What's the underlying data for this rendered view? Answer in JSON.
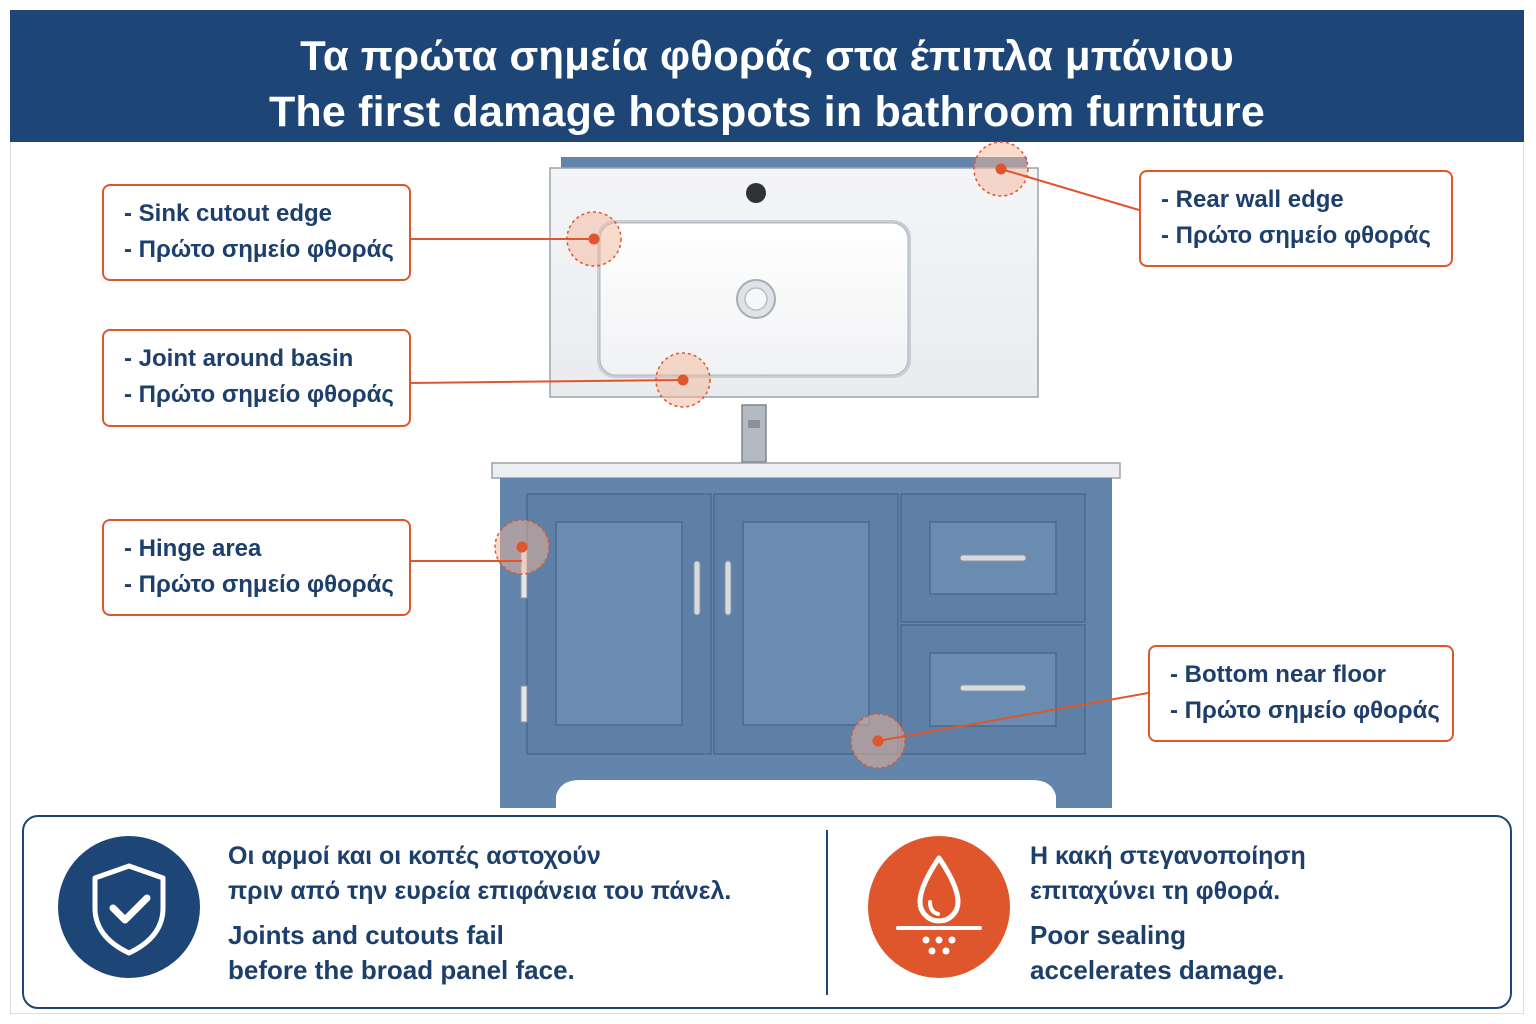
{
  "header": {
    "title_greek": "Τα πρώτα σημεία φθοράς στα έπιπλα μπάνιου",
    "title_english": "The first damage hotspots in bathroom furniture"
  },
  "callouts": [
    {
      "id": "sink-cutout-edge",
      "label_en": "- Sink cutout edge",
      "label_gr": "- Πρώτο σημείο φθοράς"
    },
    {
      "id": "joint-around-basin",
      "label_en": "- Joint around basin",
      "label_gr": "- Πρώτο σημείο φθοράς"
    },
    {
      "id": "hinge-area",
      "label_en": "- Hinge area",
      "label_gr": "- Πρώτο σημείο φθοράς"
    },
    {
      "id": "rear-wall-edge",
      "label_en": "- Rear wall edge",
      "label_gr": "- Πρώτο σημείο φθοράς"
    },
    {
      "id": "bottom-near-floor",
      "label_en": "- Bottom near floor",
      "label_gr": "- Πρώτο σημείο φθοράς"
    }
  ],
  "messages": {
    "left": {
      "icon": "shield-check-icon",
      "greek_line1": "Οι αρμοί και οι κοπές αστοχούν",
      "greek_line2": "πριν από την ευρεία επιφάνεια του πάνελ.",
      "english_line1": "Joints and cutouts fail",
      "english_line2": "before the broad panel face."
    },
    "right": {
      "icon": "water-drop-icon",
      "greek_line1": "Η κακή στεγανοποίηση",
      "greek_line2": "επιταχύνει τη φθορά.",
      "english_line1": "Poor sealing",
      "english_line2": "accelerates damage."
    }
  },
  "colors": {
    "navy": "#1d4677",
    "accent_orange": "#e0562c",
    "cabinet_blue": "#6385ab",
    "text_navy": "#1d3f6b"
  }
}
